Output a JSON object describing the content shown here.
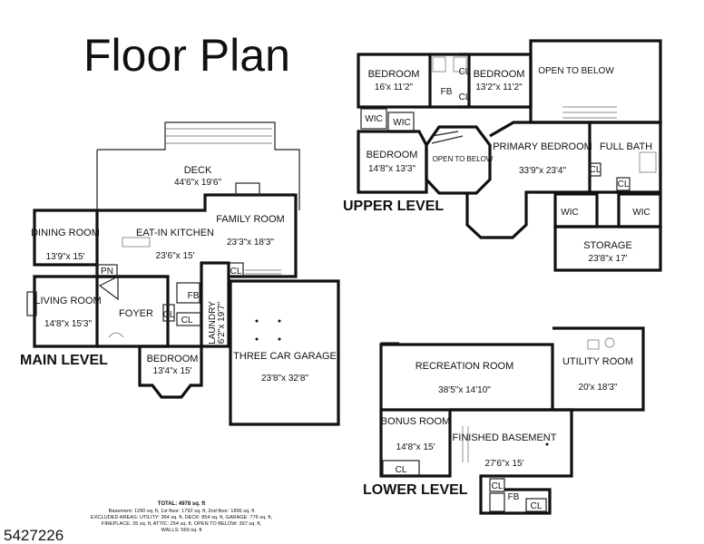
{
  "title": "Floor Plan",
  "listing_id": "5427226",
  "levels": {
    "main": {
      "label": "MAIN LEVEL",
      "rooms": [
        {
          "id": "deck",
          "name": "DECK",
          "dim": "44'6\"x 19'6\""
        },
        {
          "id": "dining",
          "name": "DINING ROOM",
          "dim": "13'9\"x 15'"
        },
        {
          "id": "kitchen",
          "name": "EAT-IN KITCHEN",
          "dim": "23'6\"x 15'"
        },
        {
          "id": "family",
          "name": "FAMILY ROOM",
          "dim": "23'3\"x 18'3\""
        },
        {
          "id": "living",
          "name": "LIVING ROOM",
          "dim": "14'8\"x 15'3\""
        },
        {
          "id": "foyer",
          "name": "FOYER",
          "dim": ""
        },
        {
          "id": "bedroom",
          "name": "BEDROOM",
          "dim": "13'4\"x 15'"
        },
        {
          "id": "laundry",
          "name": "LAUNDRY",
          "dim": "6'2\"x 19'7\""
        },
        {
          "id": "garage",
          "name": "THREE CAR GARAGE",
          "dim": "23'8\"x 32'8\""
        }
      ],
      "tags": {
        "pn": "PN",
        "fb": "FB",
        "cl": "CL"
      }
    },
    "upper": {
      "label": "UPPER LEVEL",
      "rooms": [
        {
          "id": "bed1",
          "name": "BEDROOM",
          "dim": "16'x 11'2\""
        },
        {
          "id": "bed2",
          "name": "BEDROOM",
          "dim": "13'2\"x 11'2\""
        },
        {
          "id": "open1",
          "name": "OPEN TO BELOW",
          "dim": ""
        },
        {
          "id": "bed3",
          "name": "BEDROOM",
          "dim": "14'8\"x 13'3\""
        },
        {
          "id": "open2",
          "name": "OPEN TO BELOW",
          "dim": ""
        },
        {
          "id": "primary",
          "name": "PRIMARY BEDROOM",
          "dim": "33'9\"x 23'4\""
        },
        {
          "id": "fullbath",
          "name": "FULL BATH",
          "dim": ""
        },
        {
          "id": "storage",
          "name": "STORAGE",
          "dim": "23'8\"x 17'"
        }
      ],
      "tags": {
        "wic": "WIC",
        "fb": "FB",
        "cl": "CL"
      }
    },
    "lower": {
      "label": "LOWER LEVEL",
      "rooms": [
        {
          "id": "rec",
          "name": "RECREATION ROOM",
          "dim": "38'5\"x 14'10\""
        },
        {
          "id": "utility",
          "name": "UTILITY ROOM",
          "dim": "20'x 18'3\""
        },
        {
          "id": "bonus",
          "name": "BONUS ROOM",
          "dim": "14'8\"x 15'"
        },
        {
          "id": "basement",
          "name": "FINISHED BASEMENT",
          "dim": "27'6\"x 15'"
        }
      ],
      "tags": {
        "fb": "FB",
        "cl": "CL"
      }
    }
  },
  "totals": {
    "heading": "TOTAL: 4978 sq. ft",
    "line1": "Basement: 1290 sq. ft, 1st floor: 1792 sq. ft, 2nd floor: 1896 sq. ft",
    "line2": "EXCLUDED AREAS: UTILITY: 364 sq. ft, DECK: 854 sq. ft, GARAGE: 776 sq. ft,",
    "line3": "FIREPLACE: 35 sq. ft, ATTIC: 254 sq. ft, OPEN TO BELOW: 397 sq. ft,",
    "line4": "WALLS: 569 sq. ft"
  }
}
